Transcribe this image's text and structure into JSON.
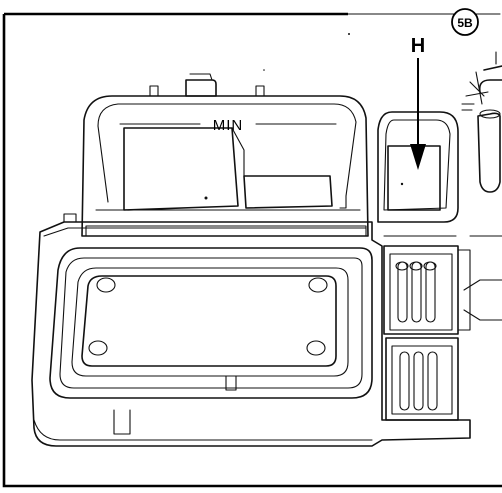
{
  "figure": {
    "badge_label": "5B",
    "callout_label": "H",
    "level_mark_label": "MIN"
  },
  "colors": {
    "line": "#111111",
    "background": "#ffffff"
  }
}
